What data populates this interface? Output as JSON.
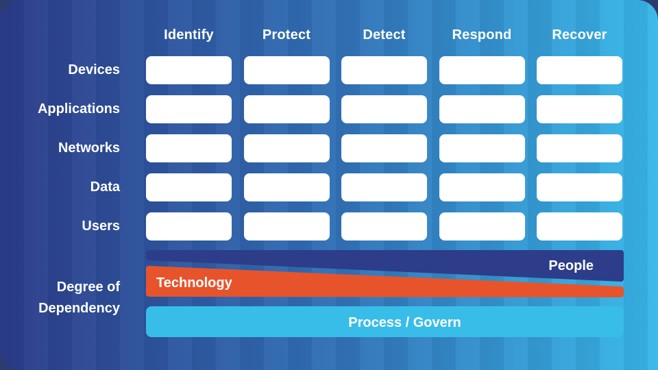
{
  "page": {
    "background_color": "#2d3c6f",
    "card_gradient_left": "#2c3c88",
    "card_gradient_right": "#38b9e9",
    "text_color": "#ffffff"
  },
  "matrix": {
    "column_headers": [
      "Identify",
      "Protect",
      "Detect",
      "Respond",
      "Recover"
    ],
    "row_labels": [
      "Devices",
      "Applications",
      "Networks",
      "Data",
      "Users"
    ],
    "cell_fill": "#ffffff",
    "cells_per_row": 5
  },
  "dependency": {
    "axis_label_line1": "Degree of",
    "axis_label_line2": "Dependency",
    "bands": [
      {
        "label": "People",
        "color": "#2d3d89",
        "shape": "wedge-thickening-right"
      },
      {
        "label": "Technology",
        "color": "#e7542c",
        "shape": "wedge-thickening-left"
      },
      {
        "label": "Process / Govern",
        "color": "#38bde9",
        "shape": "uniform-bar"
      }
    ]
  }
}
